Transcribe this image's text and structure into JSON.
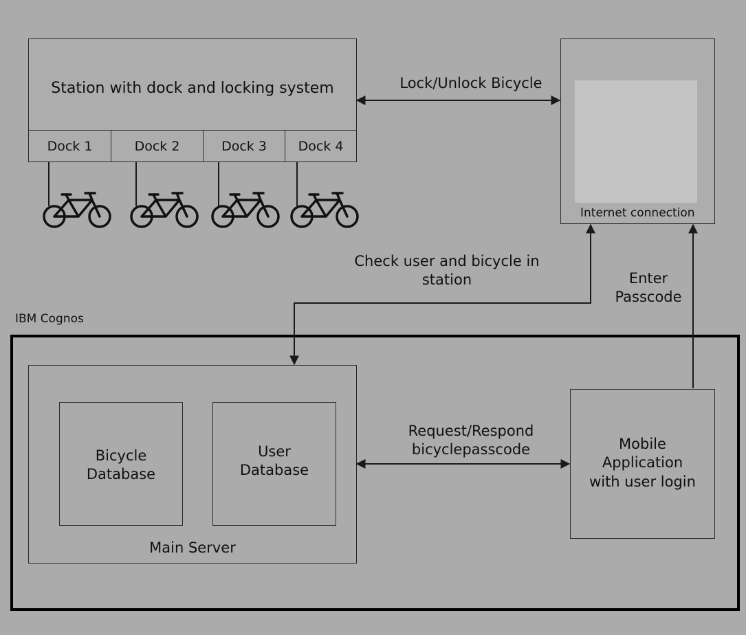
{
  "station": {
    "title": "Station with dock and locking system",
    "docks": [
      "Dock 1",
      "Dock 2",
      "Dock 3",
      "Dock 4"
    ]
  },
  "internet": {
    "label": "Internet connection"
  },
  "arrows": {
    "lock_unlock": "Lock/Unlock Bicycle",
    "check_user": "Check user and bicycle in\nstation",
    "enter_passcode": "Enter\nPasscode",
    "request_respond": "Request/Respond\nbicyclepasscode"
  },
  "ibm": {
    "label": "IBM Cognos"
  },
  "server": {
    "label": "Main Server",
    "bicycle_db": "Bicycle\nDatabase",
    "user_db": "User\nDatabase"
  },
  "mobile": {
    "label": "Mobile\nApplication\nwith user login"
  },
  "colors": {
    "background": "#ababab",
    "stroke": "#2b2b2b",
    "ibm_border": "#000000",
    "internet_panel": "#c4c4c4"
  }
}
